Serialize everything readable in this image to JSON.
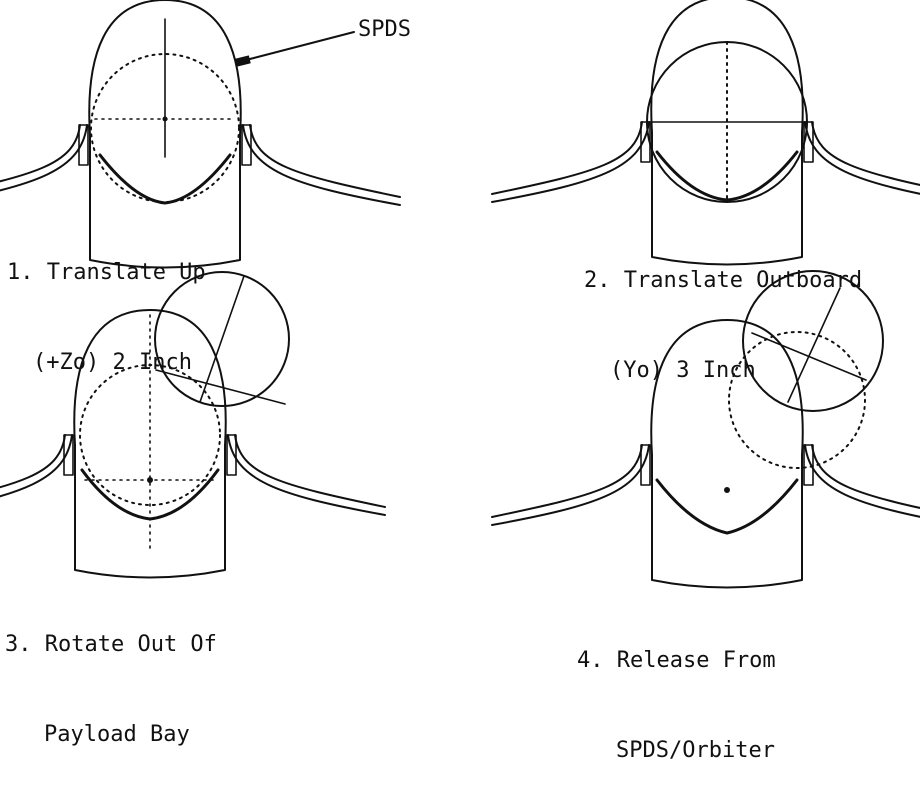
{
  "callout": {
    "text": "SPDS"
  },
  "steps": [
    {
      "line1": "1. Translate Up",
      "line2": "(+Zo) 2 Inch"
    },
    {
      "line1": "2. Translate Outboard",
      "line2": "(Yo) 3 Inch"
    },
    {
      "line1": "3. Rotate Out Of",
      "line2": "Payload Bay"
    },
    {
      "line1": "4. Release From",
      "line2": "SPDS/Orbiter"
    }
  ]
}
